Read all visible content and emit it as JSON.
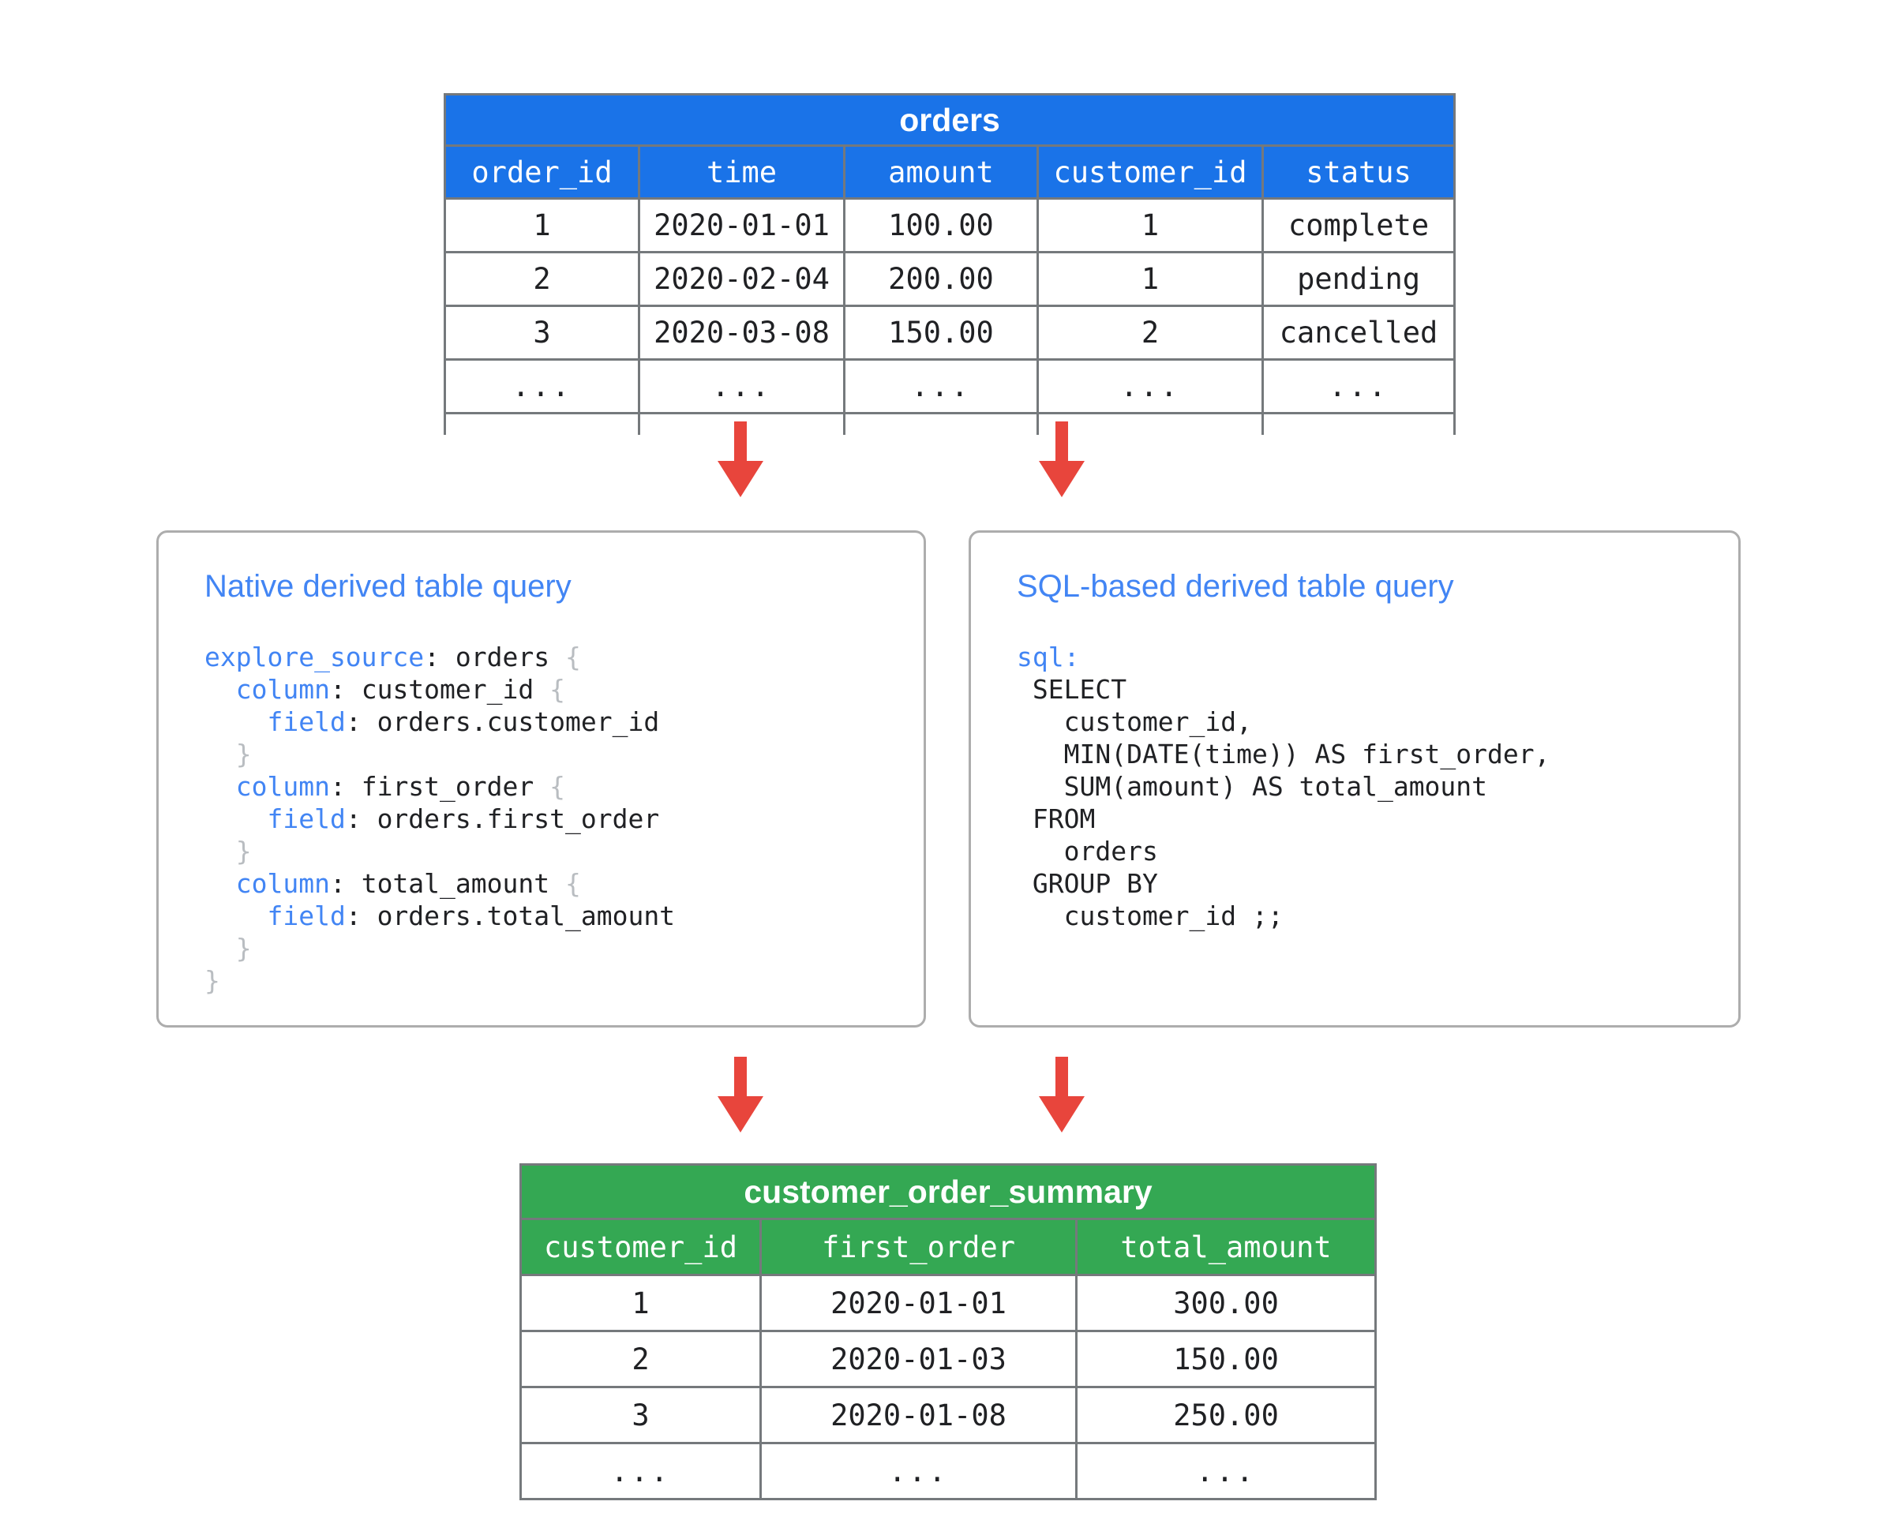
{
  "diagram": {
    "title": "Looker derived table diagram",
    "colors": {
      "source_table_header": "#1a73e8",
      "result_table_header": "#34a853",
      "arrow": "#e8453c",
      "panel_border": "#adadad",
      "panel_title": "#4285f4",
      "code_keyword": "#4285f4",
      "code_brace": "#b9bdc1",
      "table_border": "#75797c"
    }
  },
  "source_table": {
    "name": "orders",
    "columns": [
      "order_id",
      "time",
      "amount",
      "customer_id",
      "status"
    ],
    "rows": [
      [
        "1",
        "2020-01-01",
        "100.00",
        "1",
        "complete"
      ],
      [
        "2",
        "2020-02-04",
        "200.00",
        "1",
        "pending"
      ],
      [
        "3",
        "2020-03-08",
        "150.00",
        "2",
        "cancelled"
      ],
      [
        "...",
        "...",
        "...",
        "...",
        "..."
      ]
    ],
    "has_truncated_row": true
  },
  "native_panel": {
    "title": "Native derived table query",
    "code_lines": [
      [
        {
          "t": "explore_source",
          "c": "kw"
        },
        {
          "t": ": orders ",
          "c": "plain"
        },
        {
          "t": "{",
          "c": "brace"
        }
      ],
      [
        {
          "t": "  ",
          "c": "plain"
        },
        {
          "t": "column",
          "c": "kw"
        },
        {
          "t": ": customer_id ",
          "c": "plain"
        },
        {
          "t": "{",
          "c": "brace"
        }
      ],
      [
        {
          "t": "    ",
          "c": "plain"
        },
        {
          "t": "field",
          "c": "kw"
        },
        {
          "t": ": orders.customer_id",
          "c": "plain"
        }
      ],
      [
        {
          "t": "  ",
          "c": "plain"
        },
        {
          "t": "}",
          "c": "brace"
        }
      ],
      [
        {
          "t": "  ",
          "c": "plain"
        },
        {
          "t": "column",
          "c": "kw"
        },
        {
          "t": ": first_order ",
          "c": "plain"
        },
        {
          "t": "{",
          "c": "brace"
        }
      ],
      [
        {
          "t": "    ",
          "c": "plain"
        },
        {
          "t": "field",
          "c": "kw"
        },
        {
          "t": ": orders.first_order",
          "c": "plain"
        }
      ],
      [
        {
          "t": "  ",
          "c": "plain"
        },
        {
          "t": "}",
          "c": "brace"
        }
      ],
      [
        {
          "t": "  ",
          "c": "plain"
        },
        {
          "t": "column",
          "c": "kw"
        },
        {
          "t": ": total_amount ",
          "c": "plain"
        },
        {
          "t": "{",
          "c": "brace"
        }
      ],
      [
        {
          "t": "    ",
          "c": "plain"
        },
        {
          "t": "field",
          "c": "kw"
        },
        {
          "t": ": orders.total_amount",
          "c": "plain"
        }
      ],
      [
        {
          "t": "  ",
          "c": "plain"
        },
        {
          "t": "}",
          "c": "brace"
        }
      ],
      [
        {
          "t": "}",
          "c": "brace"
        }
      ]
    ]
  },
  "sql_panel": {
    "title": "SQL-based derived table query",
    "code_lines": [
      [
        {
          "t": "sql:",
          "c": "kw"
        }
      ],
      [
        {
          "t": " SELECT",
          "c": "plain"
        }
      ],
      [
        {
          "t": "   customer_id,",
          "c": "plain"
        }
      ],
      [
        {
          "t": "   MIN(DATE(time)) AS first_order,",
          "c": "plain"
        }
      ],
      [
        {
          "t": "   SUM(amount) AS total_amount",
          "c": "plain"
        }
      ],
      [
        {
          "t": " FROM",
          "c": "plain"
        }
      ],
      [
        {
          "t": "   orders",
          "c": "plain"
        }
      ],
      [
        {
          "t": " GROUP BY",
          "c": "plain"
        }
      ],
      [
        {
          "t": "   customer_id ;;",
          "c": "plain"
        }
      ]
    ]
  },
  "result_table": {
    "name": "customer_order_summary",
    "columns": [
      "customer_id",
      "first_order",
      "total_amount"
    ],
    "rows": [
      [
        "1",
        "2020-01-01",
        "300.00"
      ],
      [
        "2",
        "2020-01-03",
        "150.00"
      ],
      [
        "3",
        "2020-01-08",
        "250.00"
      ],
      [
        "...",
        "...",
        "..."
      ]
    ]
  },
  "arrows": [
    {
      "name": "arrow-orders-to-native",
      "direction": "down"
    },
    {
      "name": "arrow-orders-to-sql",
      "direction": "down"
    },
    {
      "name": "arrow-native-to-summary",
      "direction": "down"
    },
    {
      "name": "arrow-sql-to-summary",
      "direction": "down"
    }
  ]
}
